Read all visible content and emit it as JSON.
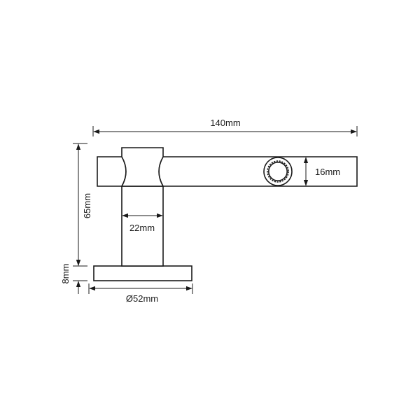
{
  "drawing": {
    "dimensions": {
      "width_total": "140mm",
      "tube_diameter": "16mm",
      "height": "65mm",
      "base_thickness": "8mm",
      "post_width": "22mm",
      "base_diameter": "Ø52mm"
    },
    "colors": {
      "line": "#1a1a1a",
      "background": "#ffffff"
    }
  }
}
